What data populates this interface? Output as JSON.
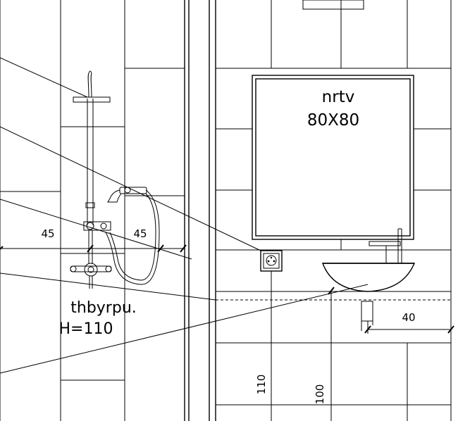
{
  "mirror_label": {
    "line1": "nrtv",
    "line2": "80X80"
  },
  "shower_label": {
    "line1": "thbyrpu.",
    "line2": "H=110"
  },
  "dimensions": {
    "left_45": "45",
    "right_45": "45",
    "sink_40": "40",
    "height_110": "110",
    "height_100": "100"
  }
}
